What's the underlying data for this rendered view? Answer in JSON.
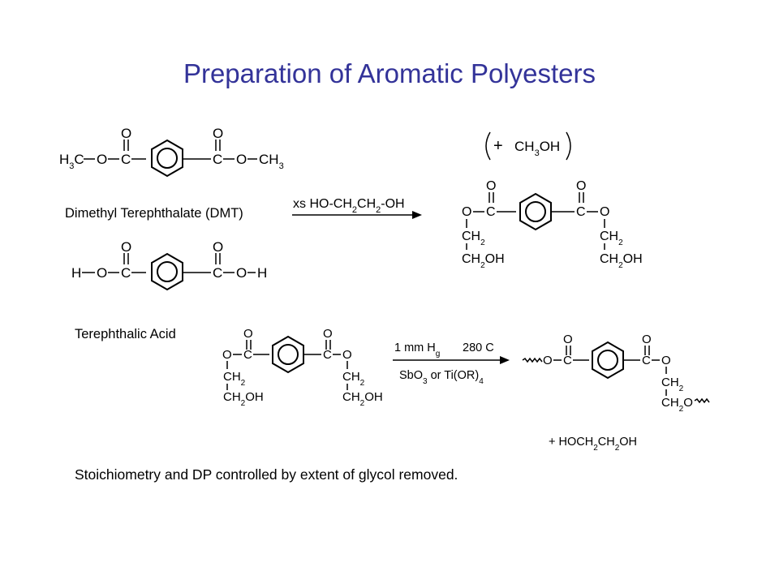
{
  "title": "Preparation of Aromatic Polyesters",
  "caption": "Stoichiometry and DP controlled by extent of glycol removed.",
  "labels": {
    "dmt": "Dimethyl Terephthalate (DMT)",
    "terephthalic_acid": "Terephthalic Acid"
  },
  "atoms": {
    "O": "O",
    "C": "C",
    "H": "H",
    "H3C": "H3C",
    "CH3": "CH3",
    "CH2": "CH2",
    "CH2OH": "CH2OH",
    "CH2O": "CH2O"
  },
  "reaction1": {
    "reagent": "xs HO-CH2CH2-OH",
    "byproduct": "(+ CH3OH)"
  },
  "reaction2": {
    "conditions_top_pressure": "1 mm Hg",
    "conditions_top_temperature": "280 C",
    "catalyst": "SbO3 or Ti(OR)4",
    "byproduct": "+ HOCH2CH2OH"
  },
  "colors": {
    "title": "#333399",
    "text": "#000000",
    "background": "#ffffff"
  }
}
